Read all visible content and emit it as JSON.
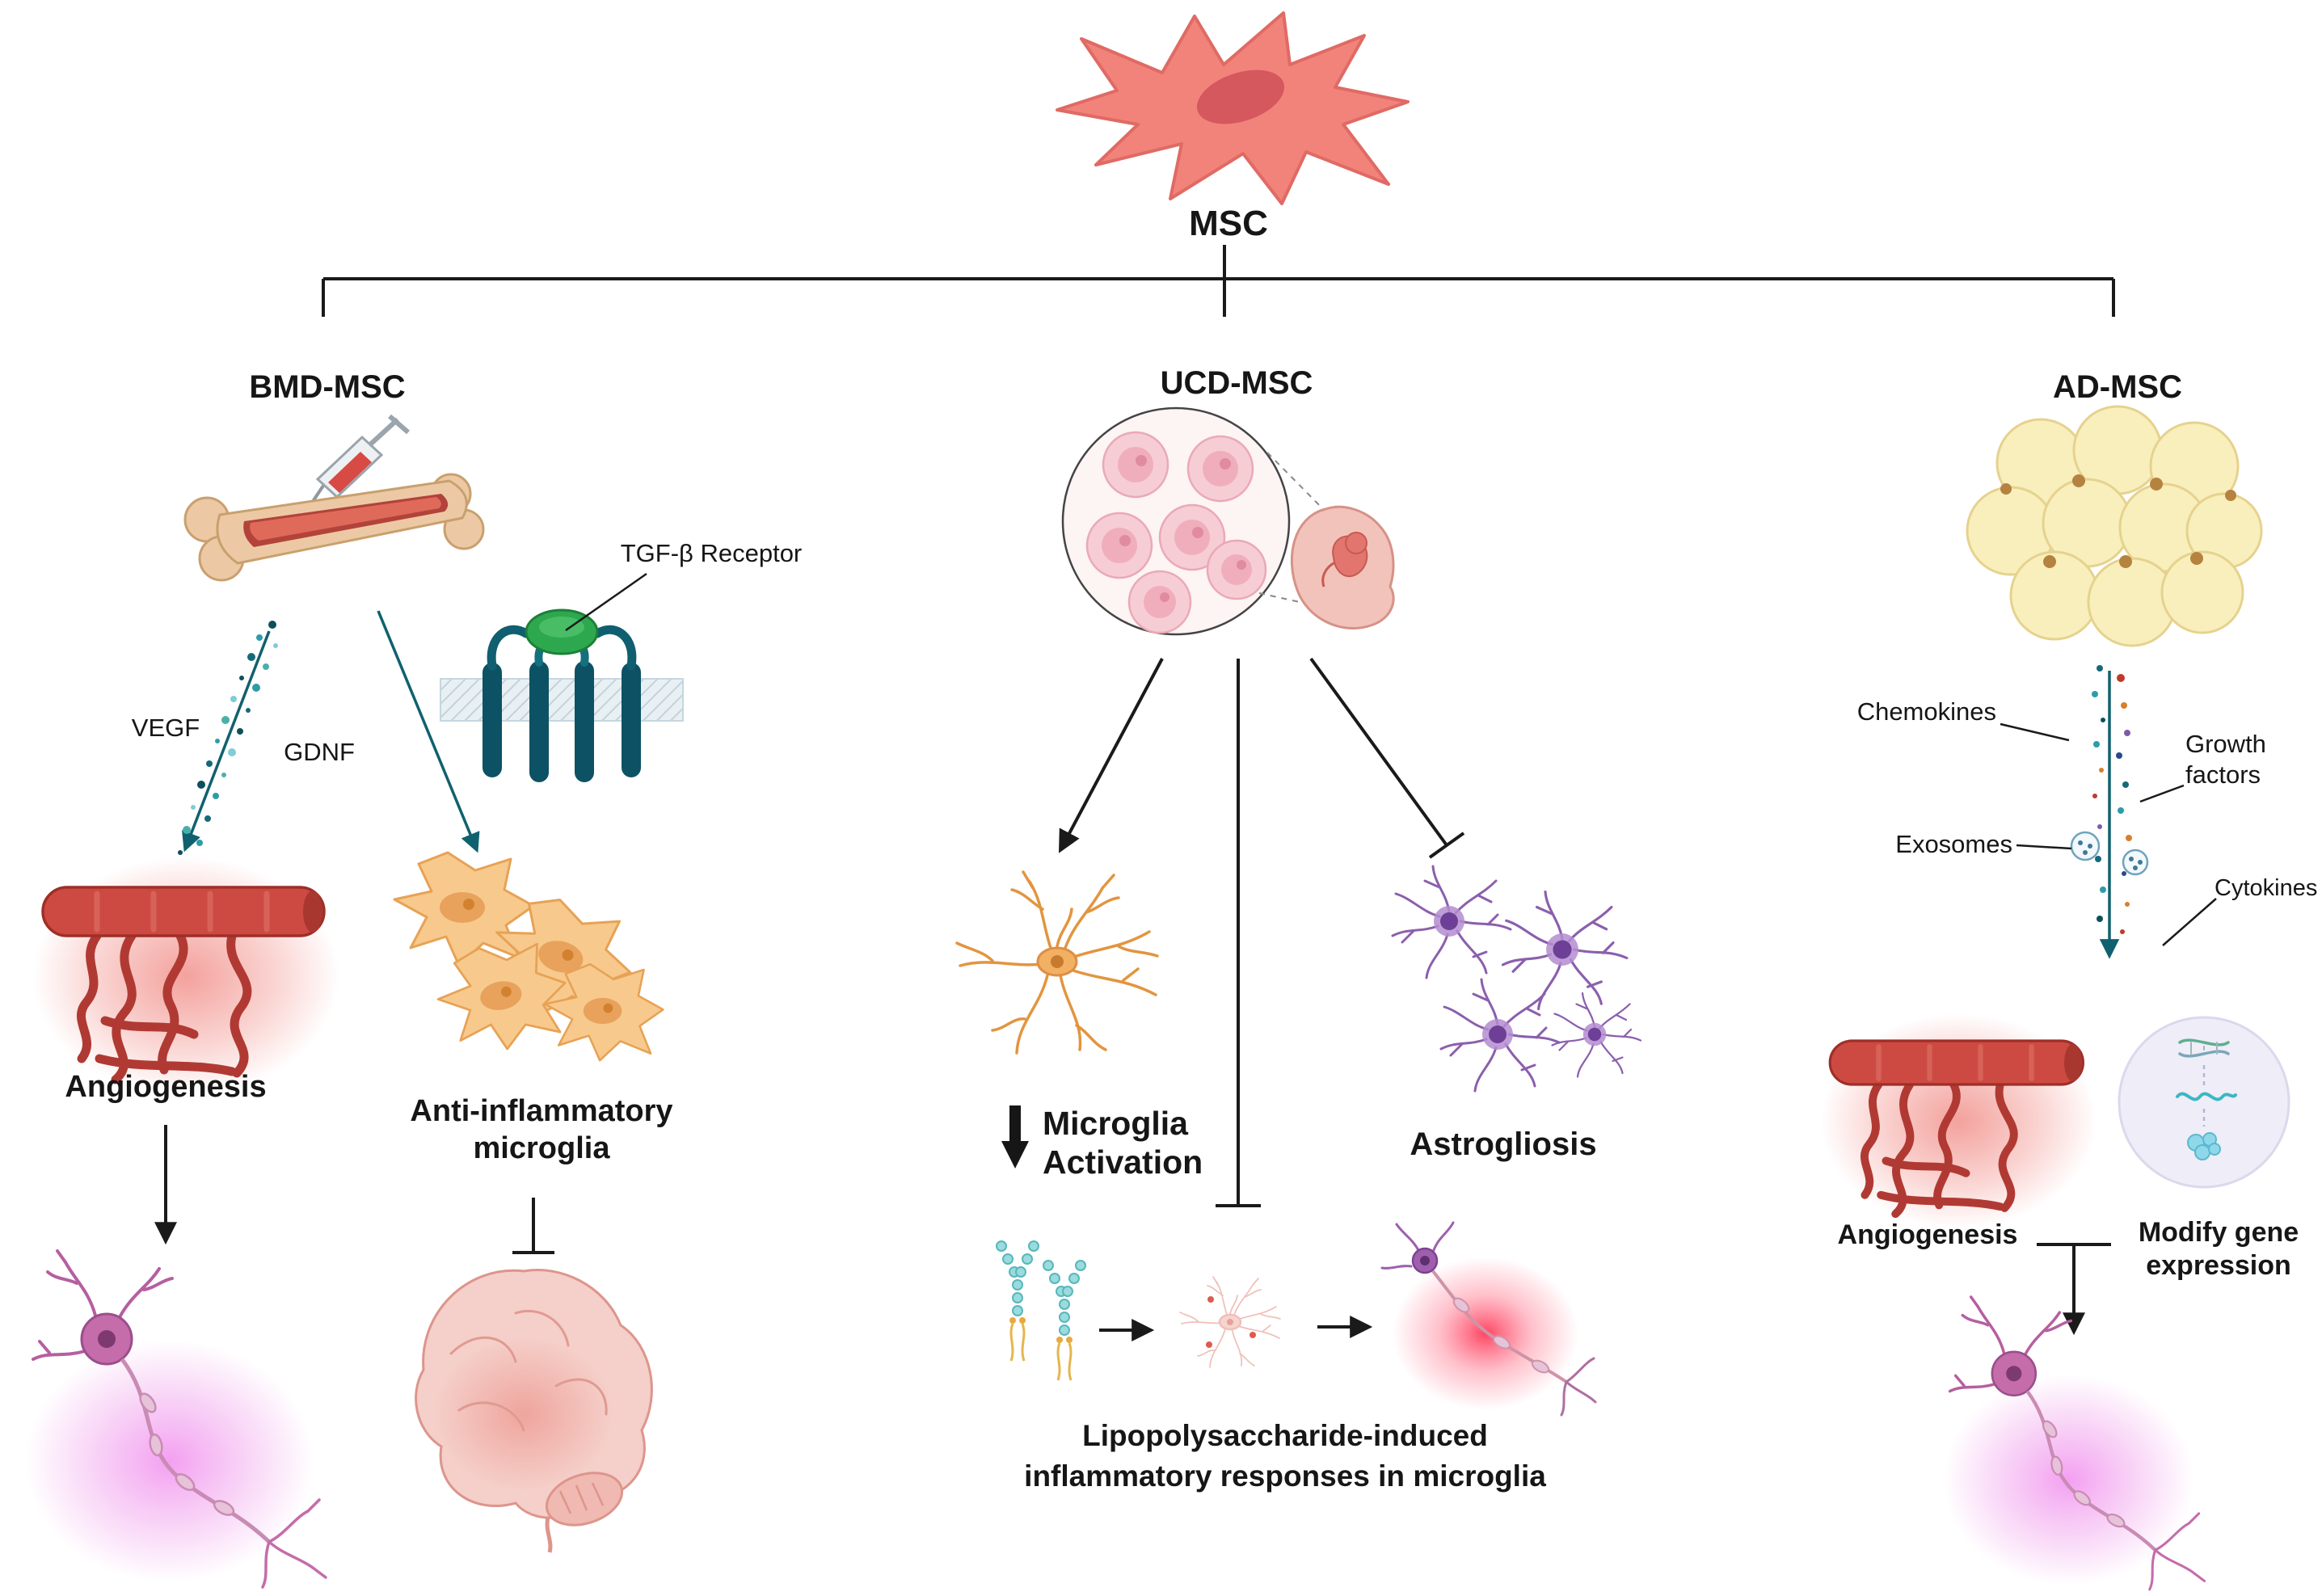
{
  "root_label": "MSC",
  "bmd": {
    "label": "BMD-MSC",
    "tgf_receptor_label": "TGF-β Receptor",
    "vegf_label": "VEGF",
    "gdnf_label": "GDNF",
    "angiogenesis_label": "Angiogenesis",
    "anti_inflammatory_label": "Anti-inflammatory microglia"
  },
  "ucd": {
    "label": "UCD-MSC",
    "microglia_activation_label": "Microglia Activation",
    "astrogliosis_label": "Astrogliosis",
    "lps_caption": "Lipopolysaccharide-induced inflammatory responses in microglia"
  },
  "ad": {
    "label": "AD-MSC",
    "chemokines_label": "Chemokines",
    "growth_factors_label": "Growth factors",
    "exosomes_label": "Exosomes",
    "cytokines_label": "Cytokines",
    "angiogenesis_label": "Angiogenesis",
    "modify_gene_label": "Modify gene expression"
  },
  "colors": {
    "msc_cell": "#f2837b",
    "bone": "#ecc9a4",
    "vessel_red": "#cd4a42",
    "microglia_orange": "#e8a35a",
    "astrocyte_purple": "#8b5fad",
    "adipocyte_yellow": "#f8efbc",
    "neuron_pink": "#c56cab",
    "neuron_glow_magenta": "#ec5fe8",
    "inflamed_glow_red": "#ff2547",
    "receptor_teal": "#0d5264",
    "ligand_green": "#2ea84e",
    "arrow_black": "#1a1a1a",
    "arrow_teal": "#10616f",
    "lps_cyan": "#9adbdd"
  }
}
